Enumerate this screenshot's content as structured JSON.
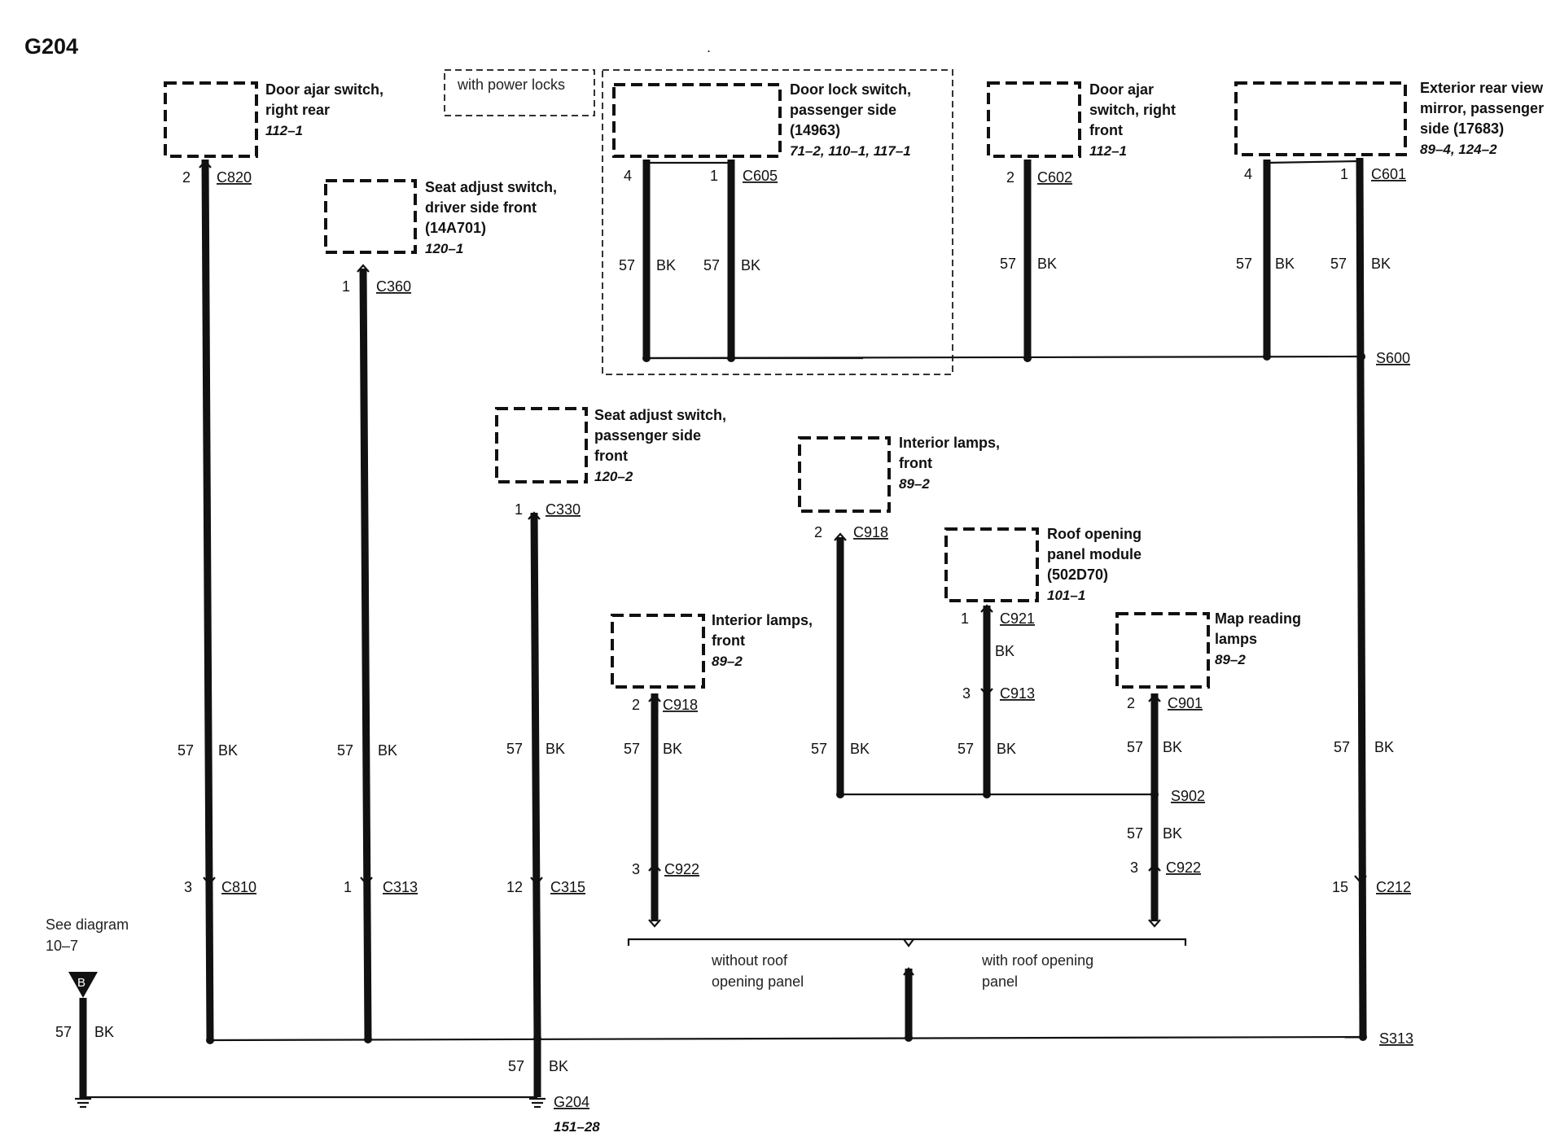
{
  "title": "G204",
  "option_label": "with power locks",
  "components": {
    "door_ajar_rr": {
      "lines": [
        "Door ajar switch,",
        "right rear"
      ],
      "ref": "112–1"
    },
    "seat_adj_driver": {
      "lines": [
        "Seat adjust switch,",
        "driver side front",
        "(14A701)"
      ],
      "ref": "120–1"
    },
    "door_lock_pass": {
      "lines": [
        "Door lock switch,",
        "passenger side",
        "(14963)"
      ],
      "ref": "71–2, 110–1, 117–1"
    },
    "door_ajar_rf": {
      "lines": [
        "Door ajar",
        "switch, right",
        "front"
      ],
      "ref": "112–1"
    },
    "mirror_pass": {
      "lines": [
        "Exterior rear view",
        "mirror, passenger",
        "side (17683)"
      ],
      "ref": "89–4, 124–2"
    },
    "seat_adj_pass": {
      "lines": [
        "Seat adjust switch,",
        "passenger side",
        "front"
      ],
      "ref": "120–2"
    },
    "interior_lamps_upper": {
      "lines": [
        "Interior lamps,",
        "front"
      ],
      "ref": "89–2"
    },
    "roof_panel_module": {
      "lines": [
        "Roof opening",
        "panel module",
        "(502D70)"
      ],
      "ref": "101–1"
    },
    "interior_lamps_lower": {
      "lines": [
        "Interior lamps,",
        "front"
      ],
      "ref": "89–2"
    },
    "map_lamps": {
      "lines": [
        "Map reading",
        "lamps"
      ],
      "ref": "89–2"
    }
  },
  "pins": {
    "c820": "2",
    "c360": "1",
    "c605_a": "4",
    "c605_b": "1",
    "c602": "2",
    "c601_a": "4",
    "c601_b": "1",
    "c330": "1",
    "c918_upper": "2",
    "c921": "1",
    "c913": "3",
    "c918_lower": "2",
    "c901": "2",
    "c922_left": "3",
    "c922_right": "3",
    "c810": "3",
    "c313": "1",
    "c315": "12",
    "c212": "15"
  },
  "connectors": {
    "c820": "C820",
    "c360": "C360",
    "c605": "C605",
    "c602": "C602",
    "c601": "C601",
    "c330": "C330",
    "c918_upper": "C918",
    "c921": "C921",
    "c913": "C913",
    "c918_lower": "C918",
    "c901": "C901",
    "c922_left": "C922",
    "c922_right": "C922",
    "c810": "C810",
    "c313": "C313",
    "c315": "C315",
    "c212": "C212"
  },
  "splices": {
    "s600": "S600",
    "s902": "S902",
    "s313": "S313"
  },
  "wire": {
    "circuit": "57",
    "color": "BK",
    "color_only": "BK"
  },
  "ground": {
    "label": "G204",
    "ref": "151–28"
  },
  "see_diagram": {
    "line1": "See diagram",
    "line2": "10–7",
    "badge": "B"
  },
  "variants": {
    "left": [
      "without roof",
      "opening panel"
    ],
    "right": [
      "with roof opening",
      "panel"
    ]
  },
  "stray_mark": "."
}
